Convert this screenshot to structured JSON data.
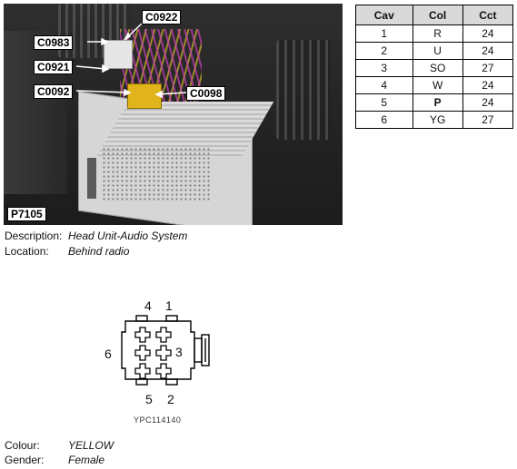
{
  "photo": {
    "id": "P7105",
    "callouts": [
      "C0922",
      "C0983",
      "C0921",
      "C0092",
      "C0098"
    ]
  },
  "table": {
    "headers": [
      "Cav",
      "Col",
      "Cct"
    ],
    "rows": [
      {
        "cav": "1",
        "col": "R",
        "cct": "24"
      },
      {
        "cav": "2",
        "col": "U",
        "cct": "24"
      },
      {
        "cav": "3",
        "col": "SO",
        "cct": "27"
      },
      {
        "cav": "4",
        "col": "W",
        "cct": "24"
      },
      {
        "cav": "5",
        "col": "P",
        "cct": "24"
      },
      {
        "cav": "6",
        "col": "YG",
        "cct": "27"
      }
    ]
  },
  "description": {
    "label": "Description:",
    "value": "Head Unit-Audio System"
  },
  "location": {
    "label": "Location:",
    "value": "Behind radio"
  },
  "connector": {
    "pins": [
      "4",
      "1",
      "6",
      "3",
      "5",
      "2"
    ],
    "part_code": "YPC114140"
  },
  "colour": {
    "label": "Colour:",
    "value": "YELLOW"
  },
  "gender": {
    "label": "Gender:",
    "value": "Female"
  }
}
